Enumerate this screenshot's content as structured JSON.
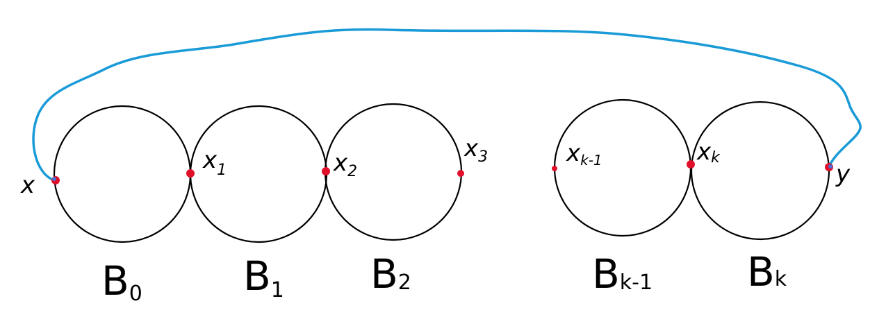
{
  "colors": {
    "circle_stroke": "#000000",
    "path_stroke": "#1a9bd7",
    "point_fill": "#e0102a",
    "endpoint_fill": "#4a6fd0"
  },
  "points": [
    {
      "id": "x",
      "label": "x"
    },
    {
      "id": "x1",
      "label": "x",
      "sub": "1"
    },
    {
      "id": "x2",
      "label": "x",
      "sub": "2"
    },
    {
      "id": "x3",
      "label": "x",
      "sub": "3"
    },
    {
      "id": "xk1",
      "label": "x",
      "sub": "k-1"
    },
    {
      "id": "xk",
      "label": "x",
      "sub": "k"
    },
    {
      "id": "y",
      "label": "y"
    }
  ],
  "blocks": [
    {
      "id": "B0",
      "label": "B",
      "sub": "0"
    },
    {
      "id": "B1",
      "label": "B",
      "sub": "1"
    },
    {
      "id": "B2",
      "label": "B",
      "sub": "2"
    },
    {
      "id": "Bk1",
      "label": "B",
      "sub": "k-1"
    },
    {
      "id": "Bk",
      "label": "B",
      "sub": "k"
    }
  ]
}
